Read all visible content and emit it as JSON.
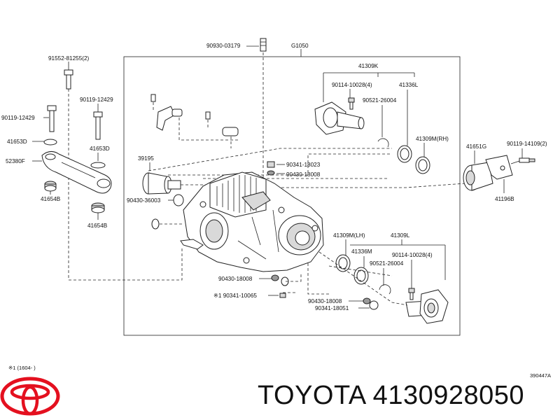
{
  "labels": {
    "group": "G1050",
    "l_90930": "90930-03179",
    "l_91552": "91552-81255(2)",
    "l_90119a": "90119-12429",
    "l_90119b": "90119-12429",
    "l_41653d_a": "41653D",
    "l_41653d_b": "41653D",
    "l_52380f": "52380F",
    "l_41654b_a": "41654B",
    "l_41654b_b": "41654B",
    "l_39195": "39195",
    "l_90430_36003": "90430-36003",
    "l_90341_18023": "90341-18023",
    "l_90430_18008a": "90430-18008",
    "l_41309k": "41309K",
    "l_90114_a": "90114-10028(4)",
    "l_41336l": "41336L",
    "l_90521_a": "90521-26004",
    "l_41309m_rh": "41309M(RH)",
    "l_41651g": "41651G",
    "l_90119_14109": "90119-14109(2)",
    "l_41196b": "41196B",
    "l_41309m_lh": "41309M(LH)",
    "l_41309l": "41309L",
    "l_41336m": "41336M",
    "l_90114_b": "90114-10028(4)",
    "l_90521_b": "90521-26004",
    "l_90430_18008b": "90430-18008",
    "l_90341_10065": "※1 90341-10065",
    "l_90430_18008c": "90430-18008",
    "l_90341_18051": "90341-18051"
  },
  "footnote": "※1 (1604-      )",
  "diagram_code": "390447A",
  "brand_text": "TOYOTA 4130928050",
  "colors": {
    "line": "#222222",
    "logo": "#e4101f"
  }
}
